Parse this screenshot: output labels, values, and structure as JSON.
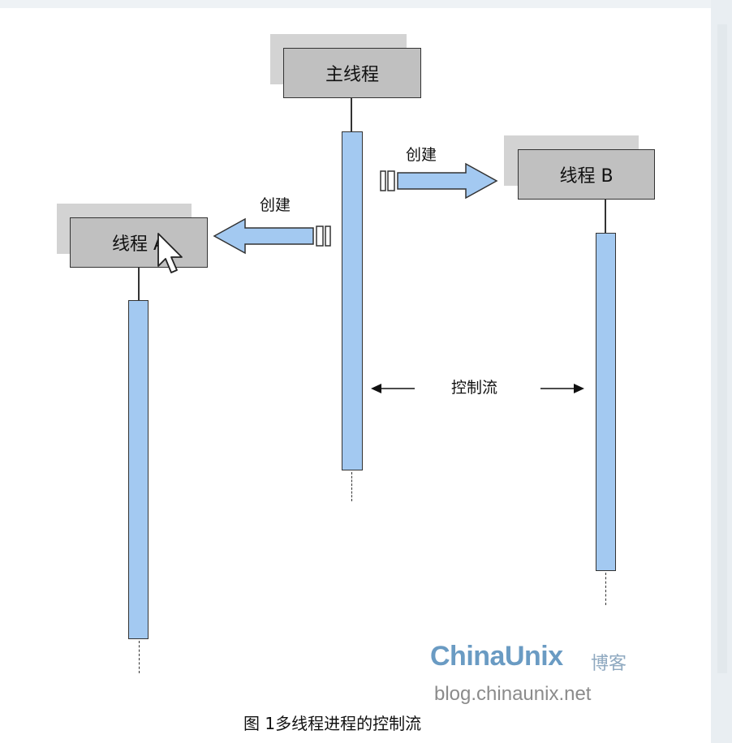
{
  "diagram": {
    "nodes": {
      "main": "主线程",
      "thread_a": "线程 A",
      "thread_b": "线程 B"
    },
    "edges": {
      "create_a": "创建",
      "create_b": "创建",
      "control_flow": "控制流"
    }
  },
  "watermark": {
    "brand": "ChinaUnix",
    "brand_cn": "博客",
    "url": "blog.chinaunix.net"
  },
  "caption": "图  1多线程进程的控制流",
  "colors": {
    "box_fill": "#c0c0c0",
    "box_shadow": "#d3d3d3",
    "lifeline_fill": "#a3c9f1",
    "arrow_fill": "#a3c9f1",
    "brand_blue": "#6a9bc3"
  },
  "icons": {
    "pointer": "mouse-cursor-icon"
  }
}
